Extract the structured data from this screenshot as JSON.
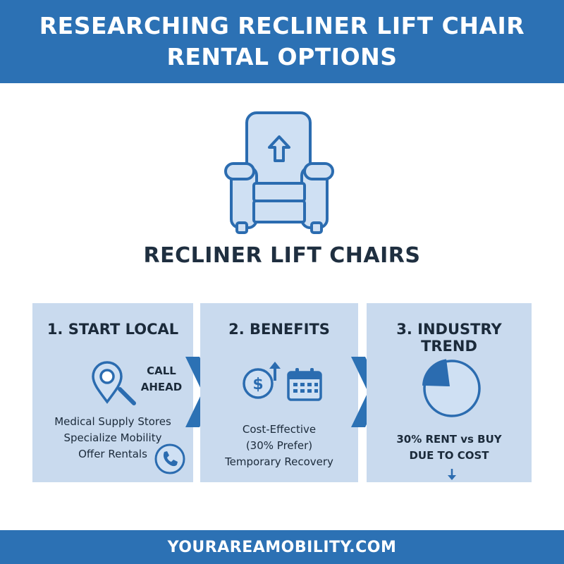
{
  "header": {
    "title_line1": "RESEARCHING RECLINER LIFT CHAIR",
    "title_line2": "RENTAL OPTIONS"
  },
  "hero": {
    "icon": "lift-chair-icon",
    "title": "RECLINER LIFT CHAIRS"
  },
  "steps": [
    {
      "heading": "1. START LOCAL",
      "icons": [
        "location-search-icon",
        "phone-icon"
      ],
      "call_line1": "CALL",
      "call_line2": "AHEAD",
      "lines": [
        "Medical Supply Stores",
        "Specialize Mobility",
        "Offer Rentals"
      ]
    },
    {
      "heading": "2. BENEFITS",
      "icons": [
        "dollar-arrow-icon",
        "calendar-icon"
      ],
      "lines": [
        "Cost-Effective",
        "(30% Prefer)",
        "Temporary Recovery"
      ]
    },
    {
      "heading": "3. INDUSTRY TREND",
      "icons": [
        "pie-chart-icon",
        "arrow-down-icon"
      ],
      "pie_share": 0.3,
      "lines": [
        "30% RENT vs BUY",
        "DUE TO COST"
      ]
    }
  ],
  "footer": {
    "url": "YOURAREAMOBILITY.COM"
  },
  "colors": {
    "brand_blue": "#2c71b4",
    "panel_bg": "#c9daee",
    "icon_blue": "#2b6cb0",
    "icon_fill": "#cfe0f3"
  }
}
